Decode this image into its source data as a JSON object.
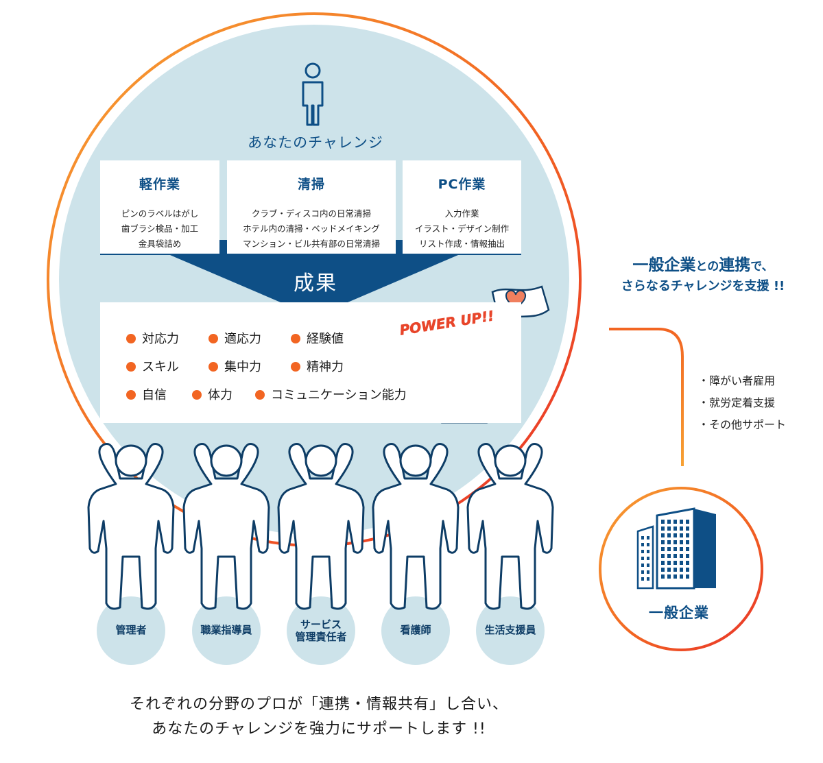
{
  "challenge_title": "あなたのチャレンジ",
  "cards": [
    {
      "title": "軽作業",
      "items": [
        "ピンのラベルはがし",
        "歯ブラシ検品・加工",
        "金具袋詰め"
      ]
    },
    {
      "title": "清掃",
      "items": [
        "クラブ・ディスコ内の日常清掃",
        "ホテル内の清掃・ベッドメイキング",
        "マンション・ビル共有部の日常清掃"
      ]
    },
    {
      "title": "PC作業",
      "items": [
        "入力作業",
        "イラスト・デザイン制作",
        "リスト作成・情報抽出"
      ]
    }
  ],
  "result_label": "成果",
  "skills_rows": [
    [
      "対応力",
      "適応力",
      "経験値"
    ],
    [
      "スキル",
      "集中力",
      "精神力"
    ],
    [
      "自信",
      "体力",
      "コミュニケーション能力"
    ]
  ],
  "power_up": "POWER UP!!",
  "roles": [
    {
      "line1": "管理者",
      "line2": ""
    },
    {
      "line1": "職業指導員",
      "line2": ""
    },
    {
      "line1": "サービス",
      "line2": "管理責任者"
    },
    {
      "line1": "看護師",
      "line2": ""
    },
    {
      "line1": "生活支援員",
      "line2": ""
    }
  ],
  "headline": {
    "part1": "一般企業",
    "part2": "との",
    "part3": "連携",
    "part4": "で、",
    "line2": "さらなるチャレンジを支援 !!"
  },
  "support_items": [
    "・障がい者雇用",
    "・就労定着支援",
    "・その他サポート"
  ],
  "enterprise_label": "一般企業",
  "bottom_text": {
    "line1": "それぞれの分野のプロが「連携・情報共有」し合い、",
    "line2": "あなたのチャレンジを強力にサポートします !!"
  },
  "colors": {
    "navy": "#0e4f86",
    "light_blue": "#cde3ea",
    "orange": "#f26522",
    "red": "#e8302a",
    "figure_stroke": "#0e3d66"
  },
  "icons": [
    "person-icon",
    "flag-heart-icon",
    "building-icon"
  ]
}
